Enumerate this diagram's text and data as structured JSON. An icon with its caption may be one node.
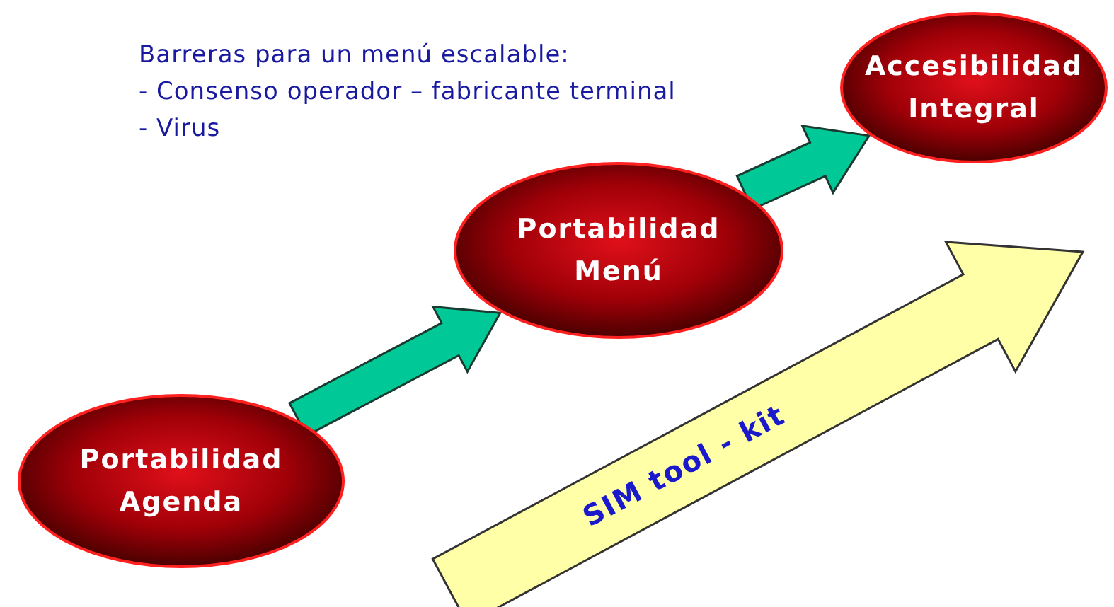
{
  "diagram": {
    "nodes": [
      {
        "text": [
          "Portabilidad Agenda"
        ]
      },
      {
        "text": [
          "Portabilidad Menú"
        ]
      },
      {
        "text": [
          "Accesibilidad Integral"
        ]
      },
      {
        "text": [
          "SIM tool - kit"
        ]
      }
    ],
    "edges": [
      {
        "from": 0,
        "to": 1,
        "arrow": "to"
      },
      {
        "from": 1,
        "to": 2,
        "arrow": "to"
      }
    ],
    "labels": [
      "Barreras para un menú escalable:",
      "- Consenso operador – fabricante terminal",
      "- Virus"
    ]
  }
}
